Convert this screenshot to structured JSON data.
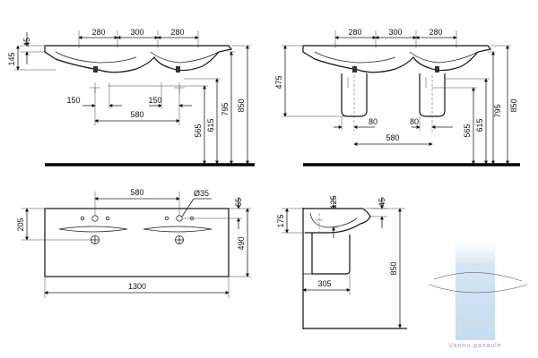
{
  "views": {
    "front_with_counter": {
      "bowl_widths": [
        "280",
        "300",
        "280"
      ],
      "top_thickness": "45",
      "basin_depth": "145",
      "tap_offsets": [
        "150",
        "150"
      ],
      "tap_spacing": "580",
      "heights": [
        "565",
        "615",
        "795",
        "850"
      ]
    },
    "front_with_pedestals": {
      "bowl_widths": [
        "280",
        "300",
        "280"
      ],
      "pedestal_top": "475",
      "pedestal_widths": [
        "80",
        "80"
      ],
      "waste_spacing": "580",
      "heights": [
        "565",
        "615",
        "795",
        "850"
      ]
    },
    "top_view": {
      "tap_spacing": "580",
      "hole_diameter": "Ø35",
      "edge_offset": "65",
      "left_depth": "205",
      "total_depth": "490",
      "total_width": "1300"
    },
    "side_view": {
      "rim_height": "125",
      "top_thickness": "45",
      "side_depth": "175",
      "pedestal_depth": "305",
      "total_height": "850"
    }
  },
  "watermark": {
    "text": "Vannu pasaule",
    "color": "#9aa3b0",
    "column_color": "#cfe0f0"
  }
}
